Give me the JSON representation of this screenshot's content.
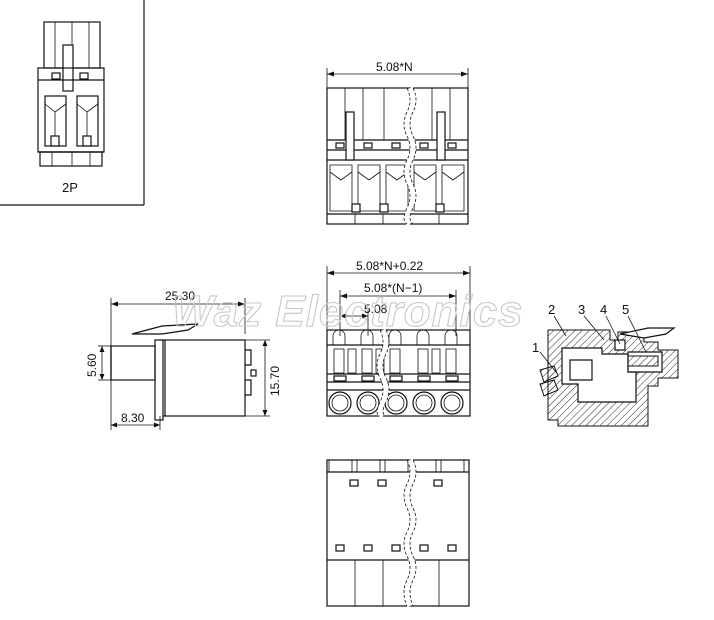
{
  "watermark": "Waz Electronics",
  "inset": {
    "label": "2P"
  },
  "dimensions": {
    "top_width": "5.08*N",
    "total_width": "5.08*N+0.22",
    "span_width": "5.08*(N−1)",
    "pitch": "5.08",
    "side_length": "25.30",
    "side_height": "15.70",
    "pin_height": "5.60",
    "pin_length": "8.30"
  },
  "callouts": [
    "1",
    "2",
    "3",
    "4",
    "5"
  ]
}
